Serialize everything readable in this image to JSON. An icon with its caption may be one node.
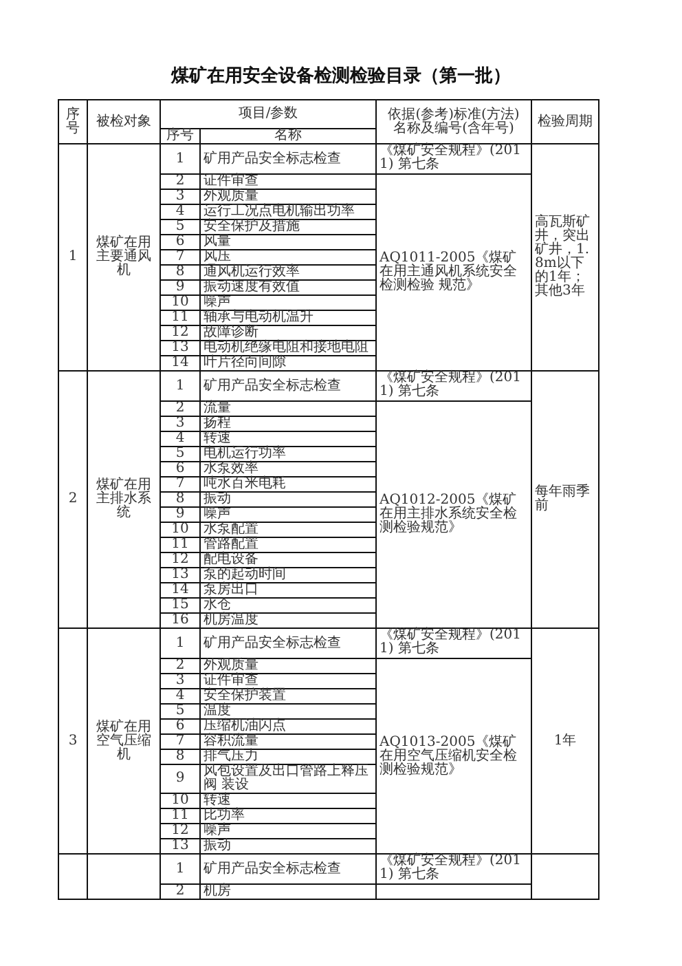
{
  "diagram": {
    "title": "煤矿在用安全设备检测检验目录（第一批）",
    "labels": [
      "序号",
      "被检对象",
      "项目/参数",
      "依据(参考)标准(方法) 名称及编号(含年号)",
      "检验周期",
      "序号",
      "名称",
      "1",
      "煤矿在用主要通风机",
      "1",
      "矿用产品安全标志检查",
      "《煤矿安全规程》(2011) 第七条",
      "高瓦斯矿井，突出矿井，1.8m以下的1年；其他3年",
      "2",
      "证件审查",
      "AQ1011-2005《煤矿在用主通风机系统安全检测检验 规范》",
      "3",
      "外观质量",
      "4",
      "运行工况点电机输出功率",
      "5",
      "安全保护及措施",
      "6",
      "风量",
      "7",
      "风压",
      "8",
      "通风机运行效率",
      "9",
      "振动速度有效值",
      "10",
      "噪声",
      "11",
      "轴承与电动机温升",
      "12",
      "故障诊断",
      "13",
      "电动机绝缘电阻和接地电阻",
      "14",
      "叶片径向间隙",
      "2",
      "煤矿在用主排水系统",
      "1",
      "矿用产品安全标志检查",
      "《煤矿安全规程》(2011) 第七条",
      "每年雨季前",
      "2",
      "流量",
      "AQ1012-2005《煤矿在用主排水系统安全检测检验规范》",
      "3",
      "扬程",
      "4",
      "转速",
      "5",
      "电机运行功率",
      "6",
      "水泵效率",
      "7",
      "吨水百米电耗",
      "8",
      "振动",
      "9",
      "噪声",
      "10",
      "水泵配置",
      "11",
      "管路配置",
      "12",
      "配电设备",
      "13",
      "泵的起动时间",
      "14",
      "泵房出口",
      "15",
      "水仓",
      "16",
      "机房温度",
      "3",
      "煤矿在用空气压缩机",
      "1",
      "矿用产品安全标志检查",
      "《煤矿安全规程》(2011) 第七条",
      "1年",
      "2",
      "外观质量",
      "AQ1013-2005《煤矿在用空气压缩机安全检测检验规范》",
      "3",
      "证件审查",
      "4",
      "安全保护装置",
      "5",
      "温度",
      "6",
      "压缩机油闪点",
      "7",
      "容积流量",
      "8",
      "排气压力",
      "9",
      "风包设置及出口管路上释压阀 装设",
      "10",
      "转速",
      "11",
      "比功率",
      "12",
      "噪声",
      "13",
      "振动",
      "1",
      "矿用产品安全标志检查",
      "《煤矿安全规程》(2011) 第七条",
      "2",
      "机房"
    ]
  }
}
